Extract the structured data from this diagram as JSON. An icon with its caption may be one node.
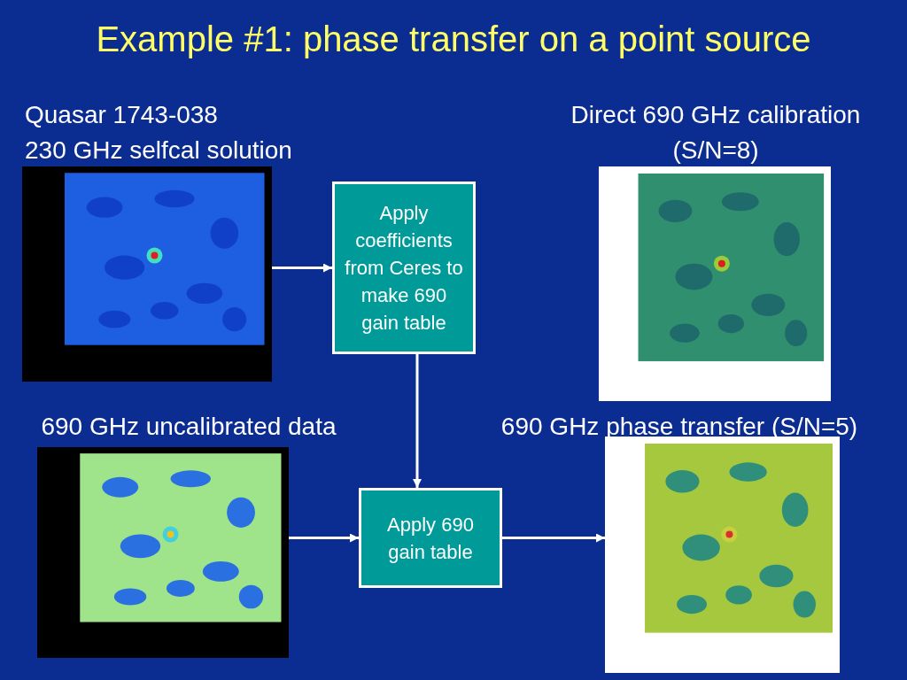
{
  "diagram": {
    "title": "Example #1: phase transfer on a point source",
    "nodes": [
      {
        "text": [
          "Quasar 1743-038",
          "230 GHz selfcal solution"
        ]
      },
      {
        "text": [
          "Apply coefficients from Ceres to make 690 gain table"
        ]
      },
      {
        "text": [
          "Direct 690 GHz calibration",
          "(S/N=8)"
        ]
      },
      {
        "text": [
          "690 GHz uncalibrated data"
        ]
      },
      {
        "text": [
          "Apply 690 gain table"
        ]
      },
      {
        "text": [
          "690 GHz phase transfer (S/N=5)"
        ]
      }
    ],
    "edges": [
      {
        "from": 0,
        "to": 1,
        "arrow": "to"
      },
      {
        "from": 1,
        "to": 4,
        "arrow": "to"
      },
      {
        "from": 3,
        "to": 4,
        "arrow": "to"
      },
      {
        "from": 4,
        "to": 5,
        "arrow": "to"
      }
    ]
  }
}
